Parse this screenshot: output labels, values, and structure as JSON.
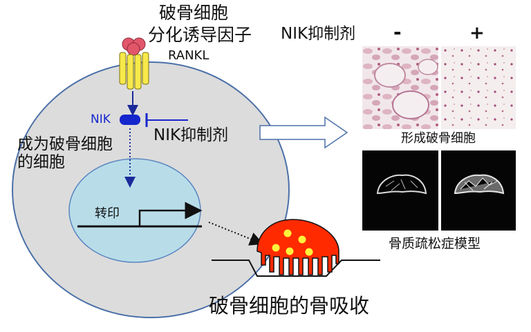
{
  "rankl": {
    "title_line1": "破骨细胞",
    "title_line2": "分化诱导因子",
    "name": "RANKL"
  },
  "cell": {
    "nik_label": "NIK",
    "inhibitor_label": "NIK抑制剂",
    "fate_label_line1": "成为破骨细胞",
    "fate_label_line2": "的细胞",
    "transcription_label": "转印"
  },
  "experiment": {
    "inhibitor_header": "NIK抑制剂",
    "minus_label": "-",
    "plus_label": "+",
    "stain_caption": "形成破骨细胞",
    "model_caption": "骨质疏松症模型"
  },
  "resorption": {
    "caption": "破骨细胞的骨吸收"
  },
  "colors": {
    "cell_fill": "#dcdcdc",
    "cell_border": "#4a6fa8",
    "nucleus_fill": "#b8dde9",
    "nik_blue": "#1526cc",
    "receptor_yellow": "#f7e94a",
    "ligand_pink": "#e2566a",
    "osteoclast_red": "#ff2a00",
    "dot_yellow": "#fff23a"
  }
}
